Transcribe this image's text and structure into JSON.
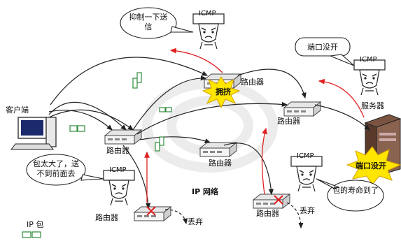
{
  "labels": {
    "client": "客户端",
    "server": "服务器",
    "router": "路由器",
    "network": "IP 网络",
    "ip_packet": "IP 包",
    "discard": "丢弃",
    "congestion": "拥挤",
    "port_unreachable_burst": "端口没开",
    "icmp": "ICMP"
  },
  "bubbles": {
    "suppress": "抑制一下送信",
    "port_closed": "端口没开",
    "too_big": "包太大了，送不到前面去",
    "ttl_expired": "包的寿命到了"
  },
  "colors": {
    "link": "#222222",
    "icmp_return": "#e02020",
    "burst": "#ffe600",
    "packet": "#2e8b3a"
  }
}
